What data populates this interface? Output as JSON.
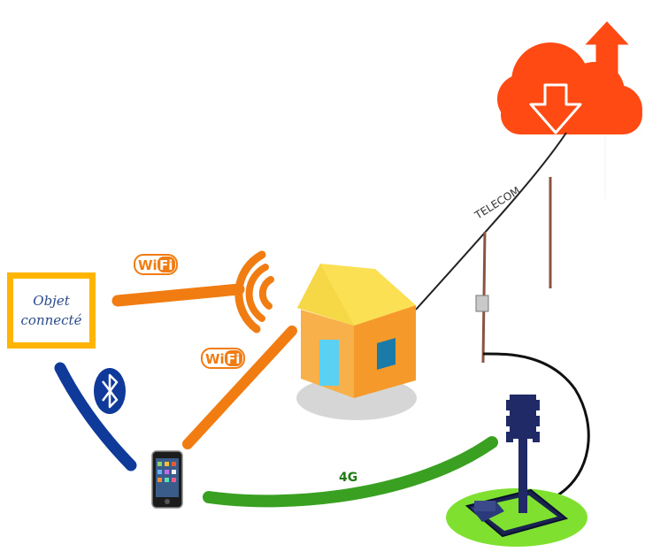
{
  "device": {
    "line1": "Objet",
    "line2": "connecté"
  },
  "wifi_badges": [
    {
      "wi": "Wi",
      "fi": "Fi"
    },
    {
      "wi": "Wi",
      "fi": "Fi"
    }
  ],
  "labels": {
    "telecom": "TELECOM",
    "mobile": "4G"
  },
  "icons": [
    "cloud-icon",
    "upload-arrow-icon",
    "download-arrow-icon",
    "house-icon",
    "wifi-signal-icon",
    "bluetooth-icon",
    "smartphone-icon",
    "cell-tower-icon",
    "utility-pole-icon",
    "junction-box-icon"
  ],
  "colors": {
    "orange_link": "#f07c12",
    "bluetooth_link": "#0f3a99",
    "mobile_link": "#3aa022",
    "cloud": "#ff4a14",
    "frame": "#ffb400",
    "house_wall": "#f7b04a",
    "house_roof": "#fbe054",
    "grass": "#7fe030"
  }
}
